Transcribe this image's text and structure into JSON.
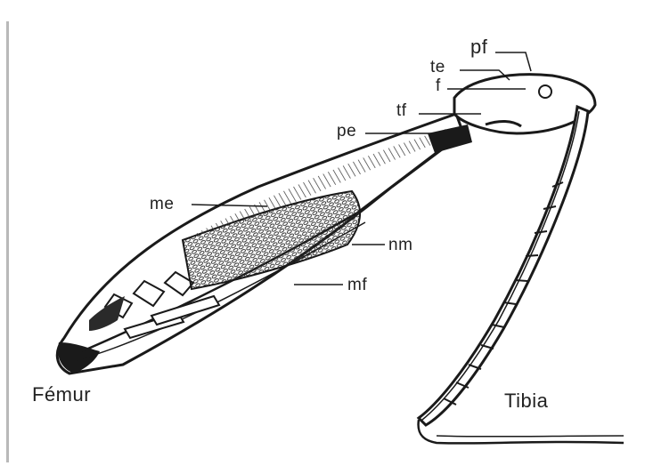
{
  "labels": {
    "pf": "pf",
    "te": "te",
    "f": "f",
    "tf": "tf",
    "pe": "pe",
    "me": "me",
    "nm": "nm",
    "mf": "mf",
    "femur": "Fémur",
    "tibia": "Tibia"
  },
  "colors": {
    "ink": "#1a1a1a",
    "frame": "#b9b9b9",
    "paper": "#ffffff"
  }
}
